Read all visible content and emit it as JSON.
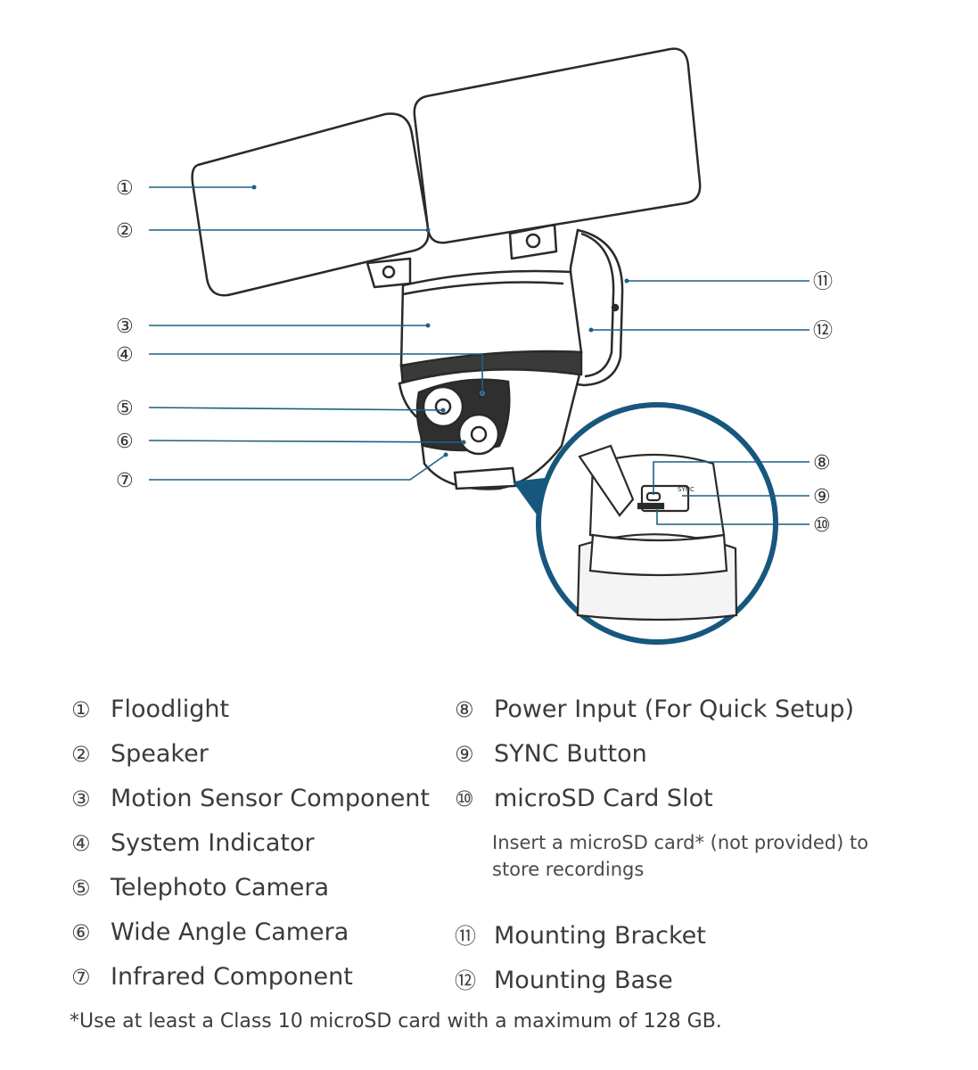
{
  "callouts": [
    {
      "num": "①"
    },
    {
      "num": "②"
    },
    {
      "num": "③"
    },
    {
      "num": "④"
    },
    {
      "num": "⑤"
    },
    {
      "num": "⑥"
    },
    {
      "num": "⑦"
    },
    {
      "num": "⑧"
    },
    {
      "num": "⑨"
    },
    {
      "num": "⑩"
    },
    {
      "num": "⑪"
    },
    {
      "num": "⑫"
    }
  ],
  "inset": {
    "sync_text": "SYNC"
  },
  "legend": {
    "left": [
      {
        "num": "①",
        "label": "Floodlight"
      },
      {
        "num": "②",
        "label": "Speaker"
      },
      {
        "num": "③",
        "label": "Motion Sensor Component"
      },
      {
        "num": "④",
        "label": "System Indicator"
      },
      {
        "num": "⑤",
        "label": "Telephoto Camera"
      },
      {
        "num": "⑥",
        "label": "Wide Angle Camera"
      },
      {
        "num": "⑦",
        "label": "Infrared Component"
      }
    ],
    "right": [
      {
        "num": "⑧",
        "label": "Power Input (For Quick Setup)"
      },
      {
        "num": "⑨",
        "label": "SYNC Button"
      },
      {
        "num": "⑩",
        "label": "microSD Card Slot"
      },
      {
        "num": "⑪",
        "label": "Mounting Bracket"
      },
      {
        "num": "⑫",
        "label": "Mounting Base"
      }
    ],
    "note": "Insert a microSD card* (not provided) to store recordings"
  },
  "footnote": "*Use at least a Class 10 microSD card with a maximum of 128 GB.",
  "colors": {
    "line": "#1f5f86",
    "outline": "#2a2a2a",
    "inset_ring": "#17577e"
  }
}
